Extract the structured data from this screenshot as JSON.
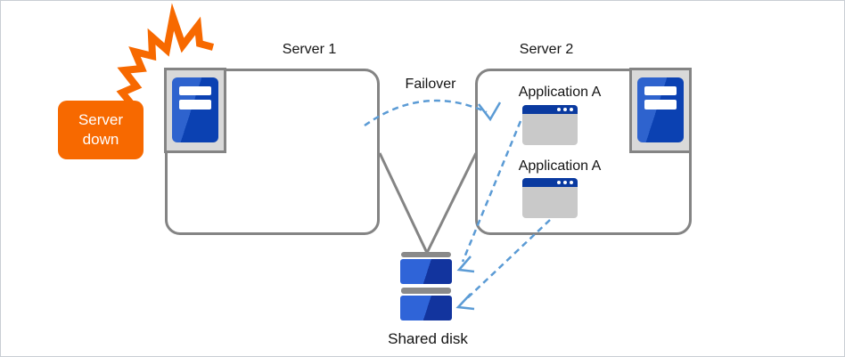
{
  "diagram": {
    "server1_label": "Server 1",
    "server2_label": "Server 2",
    "failover_label": "Failover",
    "badge": {
      "line1": "Server",
      "line2": "down"
    },
    "app1_label": "Application A",
    "app2_label": "Application A",
    "shared_disk_label": "Shared disk",
    "icons": {
      "crash": "crash-flash-icon",
      "server": "server-tower-icon",
      "app_window": "app-window-icon",
      "shared_disk": "disk-stack-icon"
    },
    "colors": {
      "alert_orange": "#F76900",
      "connector_gray": "#848484",
      "dashed_arrow_blue": "#5B9BD5",
      "server_blue_light": "#2E63CE",
      "server_blue_dark": "#0B41B2",
      "disk_blue_light": "#2F64D8",
      "disk_blue_dark": "#12349E",
      "window_titlebar_blue": "#0A3AA0",
      "window_body_gray": "#C9C9C9",
      "icon_frame_gray": "#D9D9D9",
      "text_color": "#141414"
    }
  }
}
